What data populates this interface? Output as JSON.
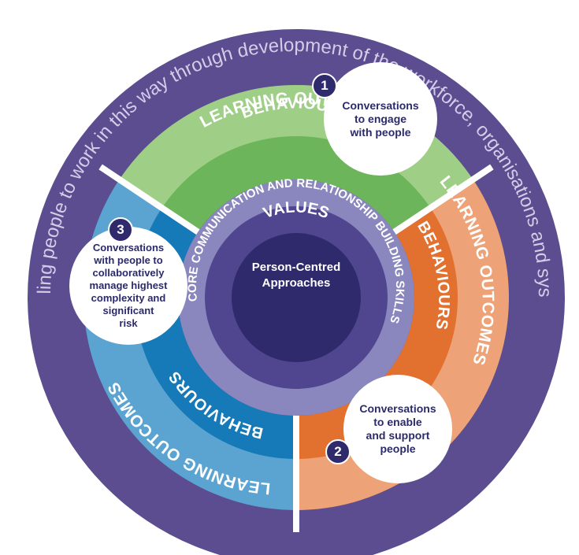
{
  "outer_ring_text": "Enabling people to work in this way through development of the workforce, organisations and systems",
  "segments": {
    "green": {
      "learning_outcomes": "LEARNING OUTCOMES",
      "behaviours": "BEHAVIOURS"
    },
    "orange": {
      "learning_outcomes": "LEARNING OUTCOMES",
      "behaviours": "BEHAVIOURS"
    },
    "blue": {
      "learning_outcomes": "LEARNING OUTCOMES",
      "behaviours": "BEHAVIOURS"
    }
  },
  "core_ring_text": "CORE COMMUNICATION AND RELATIONSHIP BUILDING SKILLS",
  "values_text": "VALUES",
  "center": {
    "line1": "Person-Centred",
    "line2": "Approaches"
  },
  "callouts": [
    {
      "number": "1",
      "lines": [
        "Conversations",
        "to engage",
        "with people"
      ]
    },
    {
      "number": "2",
      "lines": [
        "Conversations",
        "to enable",
        "and support",
        "people"
      ]
    },
    {
      "number": "3",
      "lines": [
        "Conversations",
        "with people to",
        "collaboratively",
        "manage highest",
        "complexity and",
        "significant",
        "risk"
      ]
    }
  ],
  "colors": {
    "outer_purple": "#5b4d8f",
    "green_light": "#9fcf86",
    "green_dark": "#6cb55b",
    "orange_light": "#eda277",
    "orange_dark": "#e2702e",
    "blue_light": "#5ba4d2",
    "blue_dark": "#167ab8",
    "core_ring": "#8a86be",
    "values_ring": "#4f468f",
    "center": "#2e2a6b"
  }
}
